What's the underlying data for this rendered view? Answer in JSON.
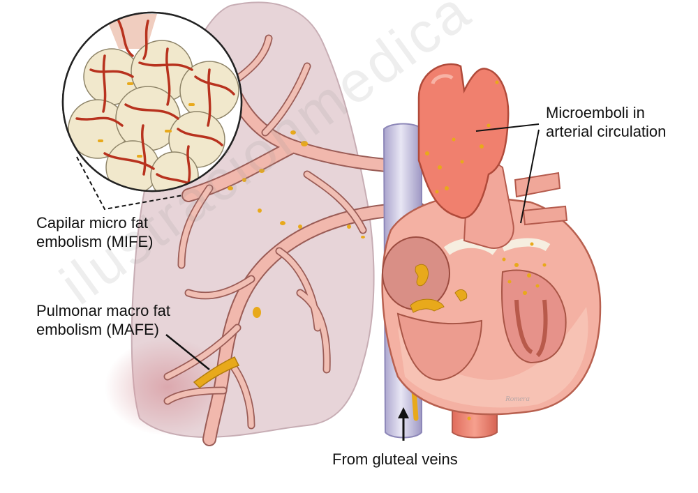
{
  "labels": {
    "mife_line1": "Capilar micro fat",
    "mife_line2": "embolism (MIFE)",
    "mafe_line1": "Pulmonar macro fat",
    "mafe_line2": "embolism (MAFE)",
    "micro_line1": "Microemboli in",
    "micro_line2": "arterial circulation",
    "gluteal": "From gluteal veins"
  },
  "credit": "Romera",
  "watermark": "ilustracionmedica",
  "colors": {
    "lung": "#e5d1d5",
    "vessel": "#f0b7ac",
    "vessel_edge": "#9a5c56",
    "heart": "#f2a89a",
    "fat": "#e8a91b",
    "capillary": "#b8321e",
    "alveolus": "#f1e8cc",
    "vein": "#c4c0dc"
  }
}
